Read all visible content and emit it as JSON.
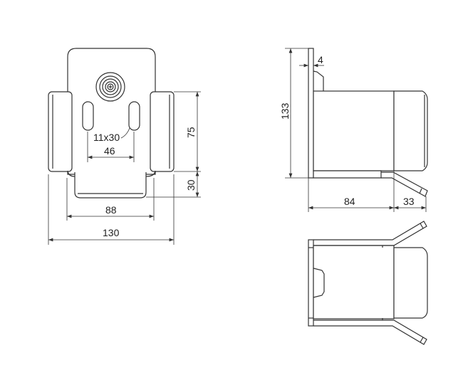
{
  "title": "Bracket technical drawing",
  "front_view": {
    "slot_label": "11x30",
    "dim_slot_spacing": "46",
    "dim_inner_width": "88",
    "dim_outer_width": "130",
    "dim_wing_height": "75",
    "dim_tray_height": "30"
  },
  "side_view": {
    "dim_total_height": "133",
    "dim_plate_thickness": "4",
    "dim_depth": "84",
    "dim_extension": "33"
  },
  "colors": {
    "line": "#333333",
    "background": "#ffffff"
  }
}
